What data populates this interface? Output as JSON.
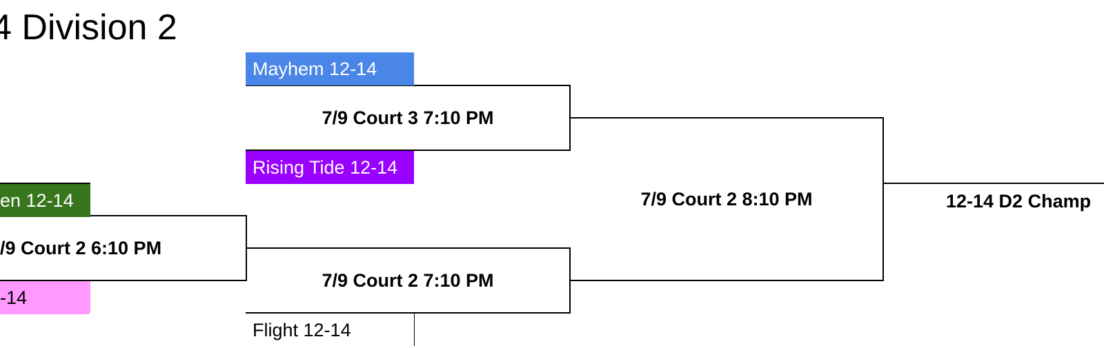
{
  "title": "4 Division 2",
  "teams": {
    "mayhem": {
      "label": "Mayhem 12-14",
      "color": "#4a86e8",
      "text_color": "#ffffff"
    },
    "rising_tide": {
      "label": "Rising Tide 12-14",
      "color": "#9900ff",
      "text_color": "#ffffff"
    },
    "green_team": {
      "label": "en 12-14",
      "color": "#38761d",
      "text_color": "#ffffff"
    },
    "pink_team": {
      "label": "-14",
      "color": "#ff99ff",
      "text_color": "#000000"
    },
    "flight": {
      "label": "Flight 12-14",
      "color": "#ffffff",
      "text_color": "#000000"
    }
  },
  "matches": {
    "round1": {
      "label": "/9 Court 2 6:10 PM"
    },
    "semi_top": {
      "label": "7/9 Court 3 7:10 PM"
    },
    "semi_bottom": {
      "label": "7/9 Court 2 7:10 PM"
    },
    "final": {
      "label": "7/9 Court 2 8:10 PM"
    },
    "champion": {
      "label": "12-14 D2 Champ"
    }
  }
}
